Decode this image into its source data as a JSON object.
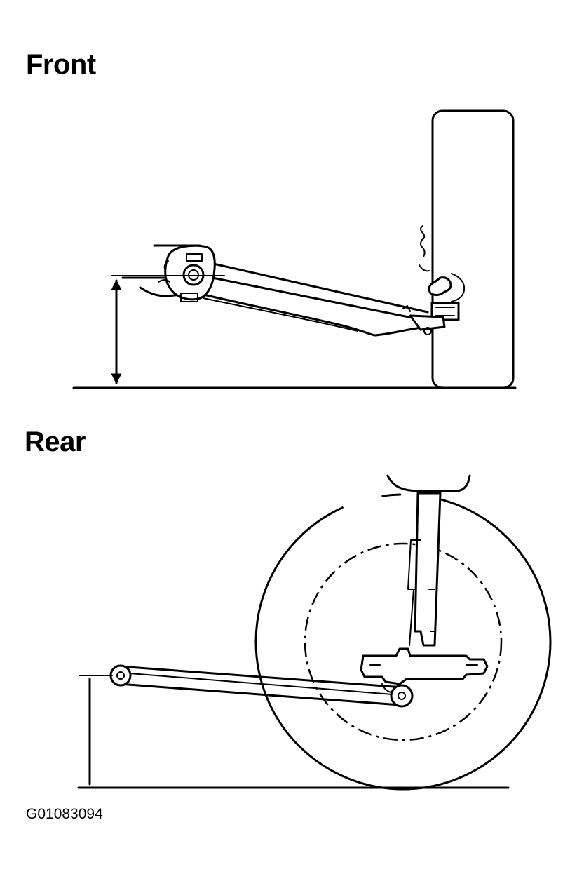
{
  "diagram": {
    "front_title": "Front",
    "rear_title": "Rear",
    "figure_code": "G01083094"
  }
}
